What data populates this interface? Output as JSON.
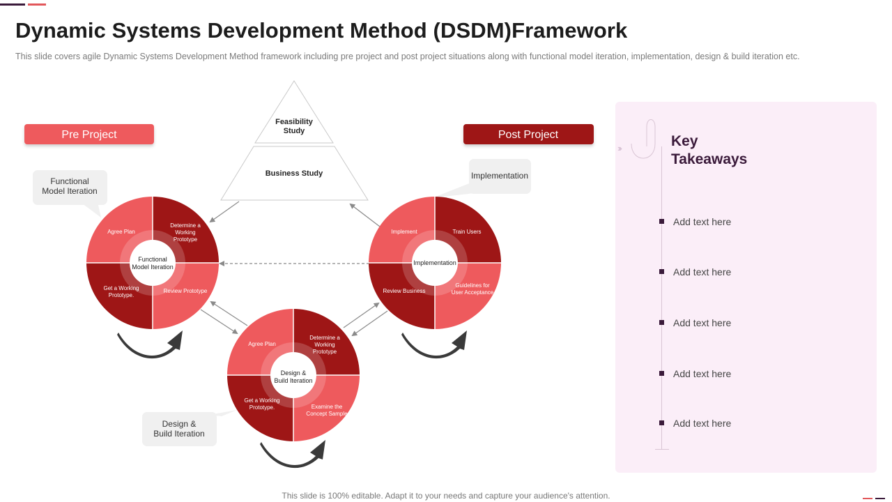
{
  "header": {
    "title": "Dynamic Systems Development Method (DSDM)Framework",
    "subtitle": "This slide covers agile Dynamic Systems Development Method framework including pre project and post project situations along with functional model iteration, implementation, design & build iteration etc."
  },
  "phases": {
    "pre_project": "Pre Project",
    "post_project": "Post Project"
  },
  "pyramid": {
    "top_line1": "Feasibility",
    "top_line2": "Study",
    "bottom": "Business Study"
  },
  "callouts": {
    "functional_line1": "Functional",
    "functional_line2": "Model Iteration",
    "implementation": "Implementation",
    "design_line1": "Design &",
    "design_line2": "Build Iteration"
  },
  "cycles": {
    "functional": {
      "center_line1": "Functional",
      "center_line2": "Model Iteration",
      "q_tl": "Agree Plan",
      "q_tr_l1": "Determine a",
      "q_tr_l2": "Working",
      "q_tr_l3": "Prototype",
      "q_bl_l1": "Get a Working",
      "q_bl_l2": "Prototype.",
      "q_br": "Review Prototype"
    },
    "implementation": {
      "center": "Implementation",
      "q_tl": "Implement",
      "q_tr": "Train Users",
      "q_bl": "Review Business",
      "q_br_l1": "Guidelines  for",
      "q_br_l2": "User Acceptance"
    },
    "design": {
      "center_line1": "Design &",
      "center_line2": "Build Iteration",
      "q_tl": "Agree Plan",
      "q_tr_l1": "Determine a",
      "q_tr_l2": "Working",
      "q_tr_l3": "Prototype",
      "q_bl_l1": "Get a Working",
      "q_bl_l2": "Prototype.",
      "q_br_l1": "Examine the",
      "q_br_l2": "Concept Sample"
    }
  },
  "takeaways": {
    "title_line1": "Key",
    "title_line2": "Takeaways",
    "items": [
      "Add text here",
      "Add text here",
      "Add text here",
      "Add text here",
      "Add text here"
    ]
  },
  "footer": "This slide is 100% editable. Adapt it to your needs and capture your audience's attention.",
  "colors": {
    "dark_red": "#9e1616",
    "light_red": "#ee5a5d",
    "plum": "#3a1a3a",
    "panel": "#fbeef8"
  }
}
